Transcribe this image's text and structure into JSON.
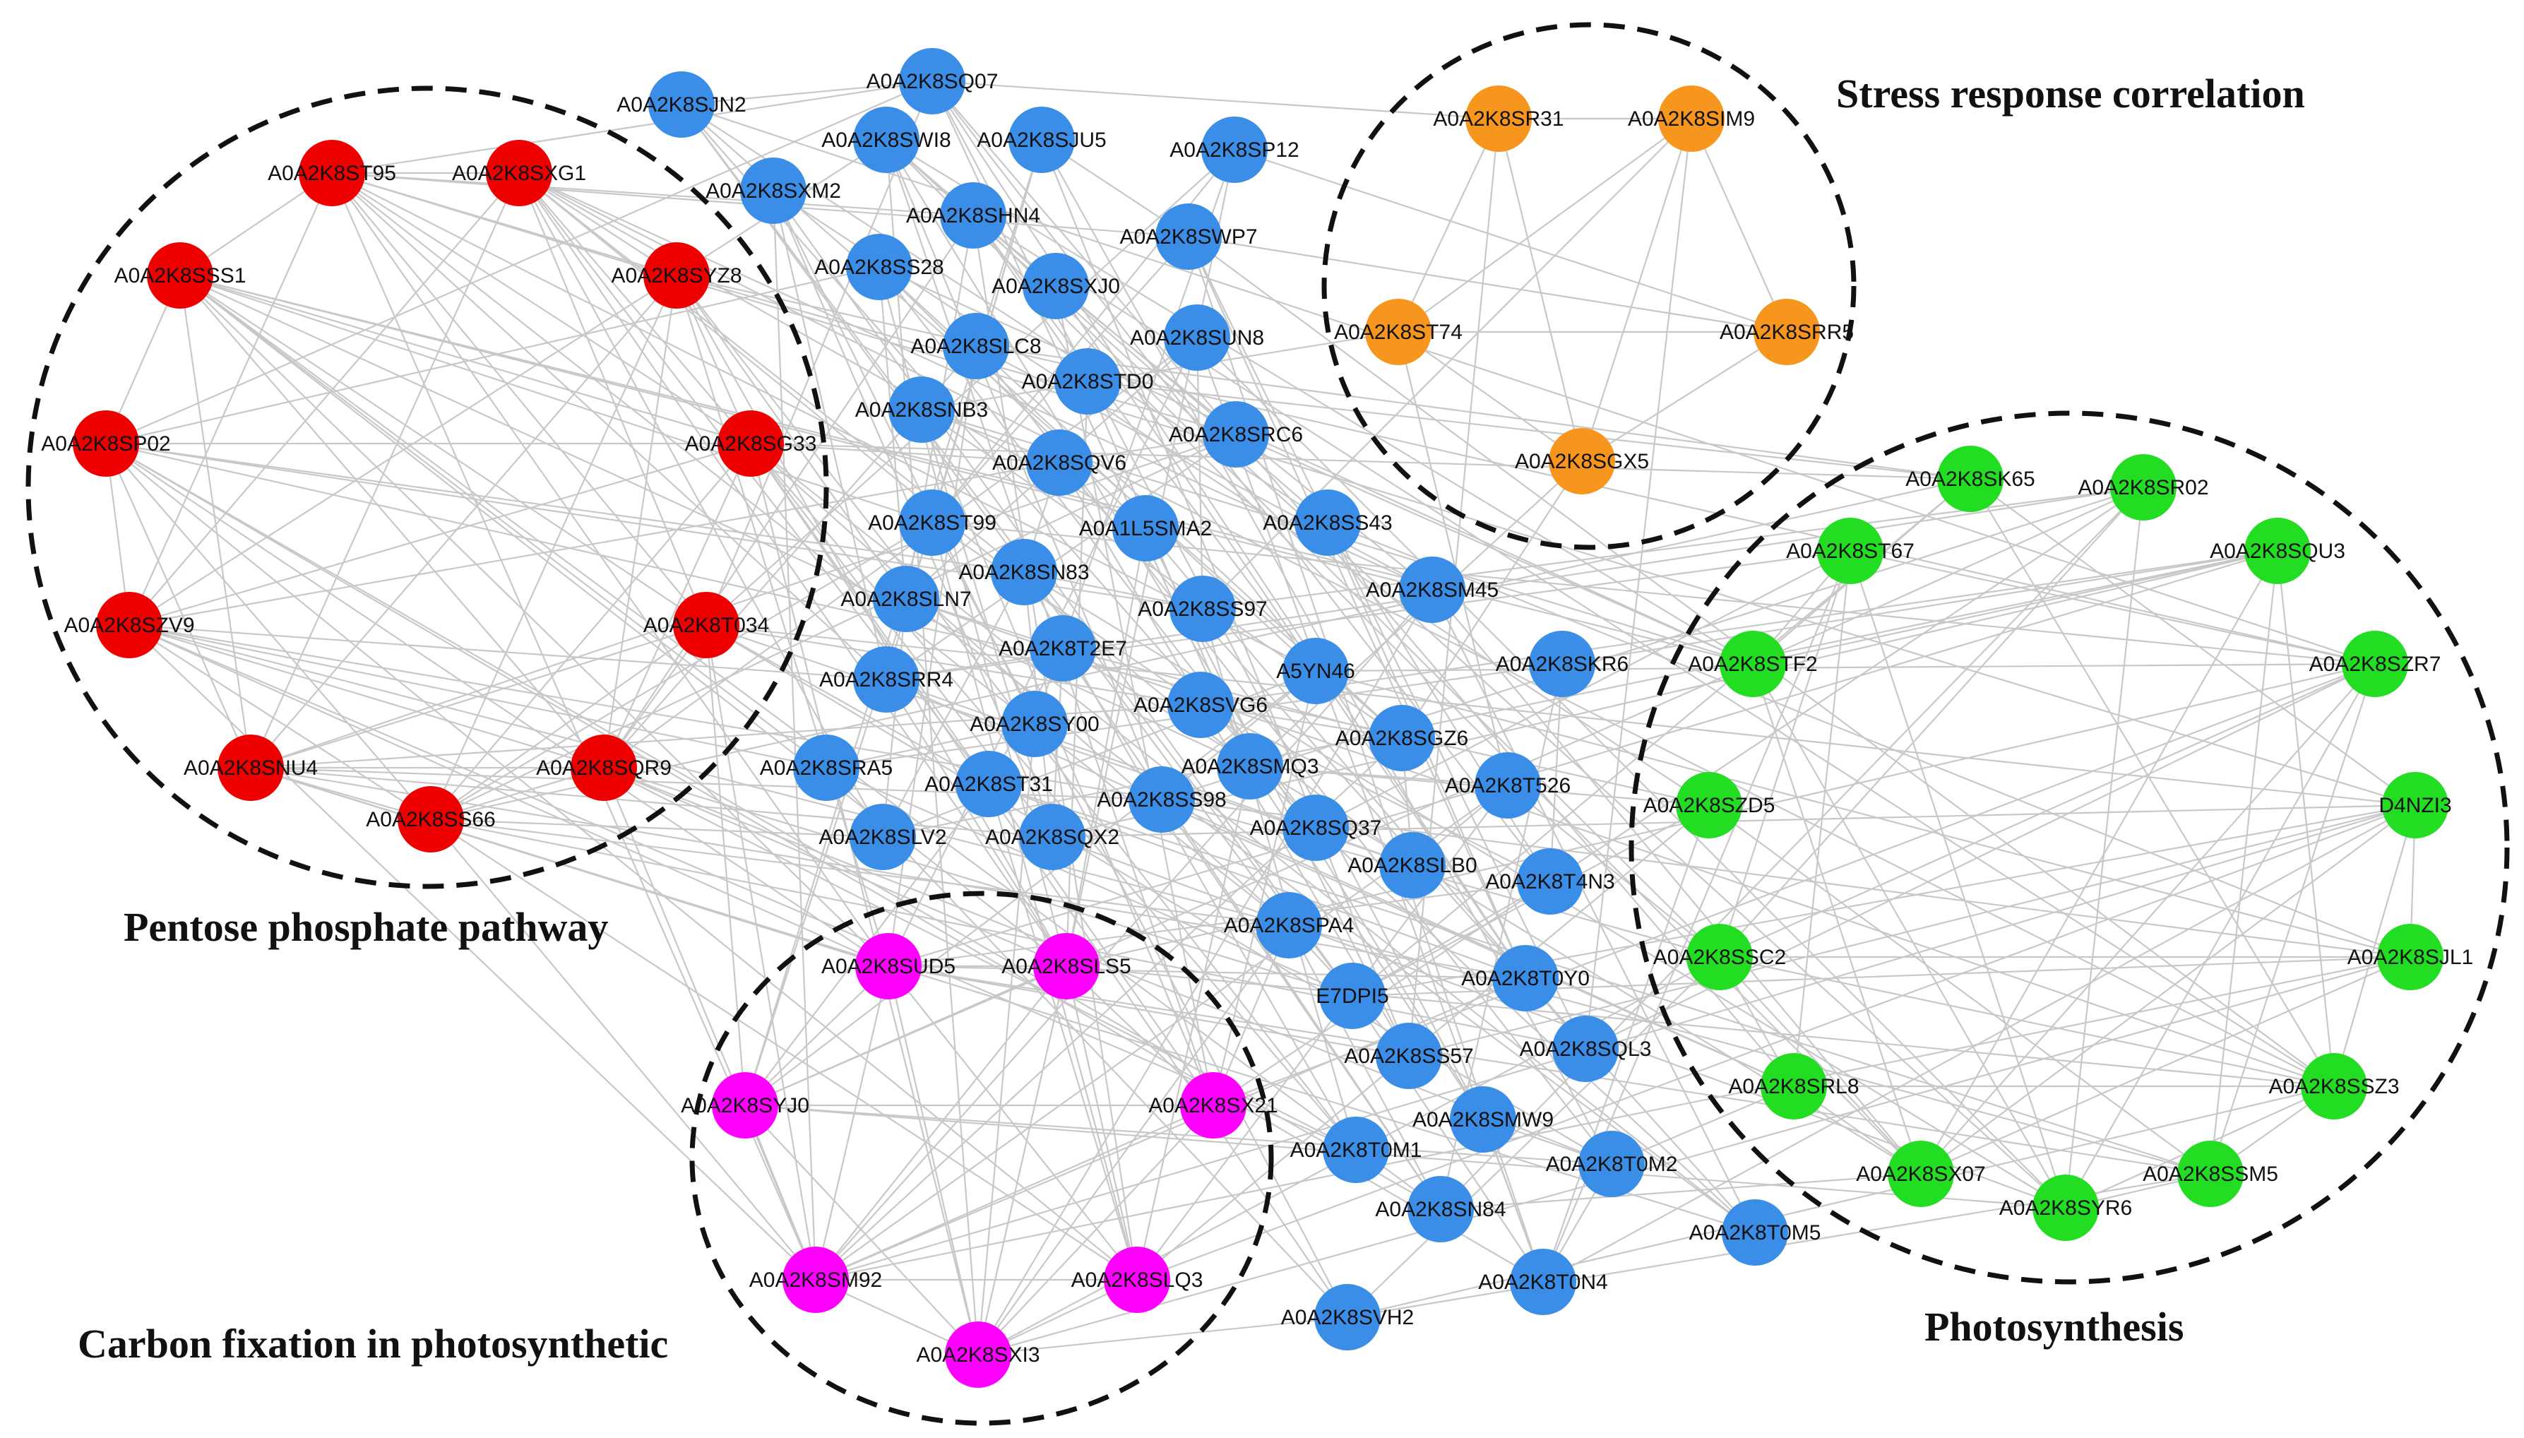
{
  "colors": {
    "pentose": "#ee0000",
    "other": "#3b8ee8",
    "stress": "#f7961e",
    "photosynthesis": "#22dd22",
    "carbon": "#ff00ff",
    "edge": "#c8c8c8",
    "ring": "#111111"
  },
  "clusters": [
    {
      "id": "pentose",
      "title": "Pentose phosphate pathway"
    },
    {
      "id": "stress",
      "title": "Stress response correlation"
    },
    {
      "id": "photosynthesis",
      "title": "Photosynthesis"
    },
    {
      "id": "carbon",
      "title": "Carbon fixation in photosynthetic"
    }
  ],
  "nodes": [
    {
      "id": "A0A2K8ST95",
      "group": "pentose"
    },
    {
      "id": "A0A2K8SXG1",
      "group": "pentose"
    },
    {
      "id": "A0A2K8SSS1",
      "group": "pentose"
    },
    {
      "id": "A0A2K8SYZ8",
      "group": "pentose"
    },
    {
      "id": "A0A2K8SP02",
      "group": "pentose"
    },
    {
      "id": "A0A2K8SG33",
      "group": "pentose"
    },
    {
      "id": "A0A2K8SZV9",
      "group": "pentose"
    },
    {
      "id": "A0A2K8T034",
      "group": "pentose"
    },
    {
      "id": "A0A2K8SNU4",
      "group": "pentose"
    },
    {
      "id": "A0A2K8SQR9",
      "group": "pentose"
    },
    {
      "id": "A0A2K8SS66",
      "group": "pentose"
    },
    {
      "id": "A0A2K8SR31",
      "group": "stress"
    },
    {
      "id": "A0A2K8SIM9",
      "group": "stress"
    },
    {
      "id": "A0A2K8ST74",
      "group": "stress"
    },
    {
      "id": "A0A2K8SRR5",
      "group": "stress"
    },
    {
      "id": "A0A2K8SGX5",
      "group": "stress"
    },
    {
      "id": "A0A2K8SK65",
      "group": "photosynthesis"
    },
    {
      "id": "A0A2K8SR02",
      "group": "photosynthesis"
    },
    {
      "id": "A0A2K8ST67",
      "group": "photosynthesis"
    },
    {
      "id": "A0A2K8SQU3",
      "group": "photosynthesis"
    },
    {
      "id": "A0A2K8STF2",
      "group": "photosynthesis"
    },
    {
      "id": "A0A2K8SZR7",
      "group": "photosynthesis"
    },
    {
      "id": "A0A2K8SZD5",
      "group": "photosynthesis"
    },
    {
      "id": "D4NZI3",
      "group": "photosynthesis"
    },
    {
      "id": "A0A2K8SSC2",
      "group": "photosynthesis"
    },
    {
      "id": "A0A2K8SJL1",
      "group": "photosynthesis"
    },
    {
      "id": "A0A2K8SRL8",
      "group": "photosynthesis"
    },
    {
      "id": "A0A2K8SSZ3",
      "group": "photosynthesis"
    },
    {
      "id": "A0A2K8SX07",
      "group": "photosynthesis"
    },
    {
      "id": "A0A2K8SSM5",
      "group": "photosynthesis"
    },
    {
      "id": "A0A2K8SYR6",
      "group": "photosynthesis"
    },
    {
      "id": "A0A2K8SUD5",
      "group": "carbon"
    },
    {
      "id": "A0A2K8SLS5",
      "group": "carbon"
    },
    {
      "id": "A0A2K8SYJ0",
      "group": "carbon"
    },
    {
      "id": "A0A2K8SX21",
      "group": "carbon"
    },
    {
      "id": "A0A2K8SM92",
      "group": "carbon"
    },
    {
      "id": "A0A2K8SLQ3",
      "group": "carbon"
    },
    {
      "id": "A0A2K8SXI3",
      "group": "carbon"
    },
    {
      "id": "A0A2K8SJN2",
      "group": "other"
    },
    {
      "id": "A0A2K8SQ07",
      "group": "other"
    },
    {
      "id": "A0A2K8SWI8",
      "group": "other"
    },
    {
      "id": "A0A2K8SJU5",
      "group": "other"
    },
    {
      "id": "A0A2K8SP12",
      "group": "other"
    },
    {
      "id": "A0A2K8SXM2",
      "group": "other"
    },
    {
      "id": "A0A2K8SHN4",
      "group": "other"
    },
    {
      "id": "A0A2K8SWP7",
      "group": "other"
    },
    {
      "id": "A0A2K8SS28",
      "group": "other"
    },
    {
      "id": "A0A2K8SXJ0",
      "group": "other"
    },
    {
      "id": "A0A2K8SLC8",
      "group": "other"
    },
    {
      "id": "A0A2K8SUN8",
      "group": "other"
    },
    {
      "id": "A0A2K8STD0",
      "group": "other"
    },
    {
      "id": "A0A2K8SNB3",
      "group": "other"
    },
    {
      "id": "A0A2K8SRC6",
      "group": "other"
    },
    {
      "id": "A0A2K8SQV6",
      "group": "other"
    },
    {
      "id": "A0A2K8ST99",
      "group": "other"
    },
    {
      "id": "A0A1L5SMA2",
      "group": "other"
    },
    {
      "id": "A0A2K8SS43",
      "group": "other"
    },
    {
      "id": "A0A2K8SN83",
      "group": "other"
    },
    {
      "id": "A0A2K8SLN7",
      "group": "other"
    },
    {
      "id": "A0A2K8SS97",
      "group": "other"
    },
    {
      "id": "A0A2K8SM45",
      "group": "other"
    },
    {
      "id": "A0A2K8T2E7",
      "group": "other"
    },
    {
      "id": "A0A2K8SRR4",
      "group": "other"
    },
    {
      "id": "A5YN46",
      "group": "other"
    },
    {
      "id": "A0A2K8SKR6",
      "group": "other"
    },
    {
      "id": "A0A2K8SVG6",
      "group": "other"
    },
    {
      "id": "A0A2K8SY00",
      "group": "other"
    },
    {
      "id": "A0A2K8SGZ6",
      "group": "other"
    },
    {
      "id": "A0A2K8SMQ3",
      "group": "other"
    },
    {
      "id": "A0A2K8SRA5",
      "group": "other"
    },
    {
      "id": "A0A2K8ST31",
      "group": "other"
    },
    {
      "id": "A0A2K8T526",
      "group": "other"
    },
    {
      "id": "A0A2K8SS98",
      "group": "other"
    },
    {
      "id": "A0A2K8SQ37",
      "group": "other"
    },
    {
      "id": "A0A2K8SLV2",
      "group": "other"
    },
    {
      "id": "A0A2K8SQX2",
      "group": "other"
    },
    {
      "id": "A0A2K8SLB0",
      "group": "other"
    },
    {
      "id": "A0A2K8T4N3",
      "group": "other"
    },
    {
      "id": "A0A2K8SPA4",
      "group": "other"
    },
    {
      "id": "E7DPI5",
      "group": "other"
    },
    {
      "id": "A0A2K8T0Y0",
      "group": "other"
    },
    {
      "id": "A0A2K8SS57",
      "group": "other"
    },
    {
      "id": "A0A2K8SQL3",
      "group": "other"
    },
    {
      "id": "A0A2K8SMW9",
      "group": "other"
    },
    {
      "id": "A0A2K8T0M1",
      "group": "other"
    },
    {
      "id": "A0A2K8T0M2",
      "group": "other"
    },
    {
      "id": "A0A2K8SN84",
      "group": "other"
    },
    {
      "id": "A0A2K8T0M5",
      "group": "other"
    },
    {
      "id": "A0A2K8T0N4",
      "group": "other"
    },
    {
      "id": "A0A2K8SVH2",
      "group": "other"
    }
  ]
}
